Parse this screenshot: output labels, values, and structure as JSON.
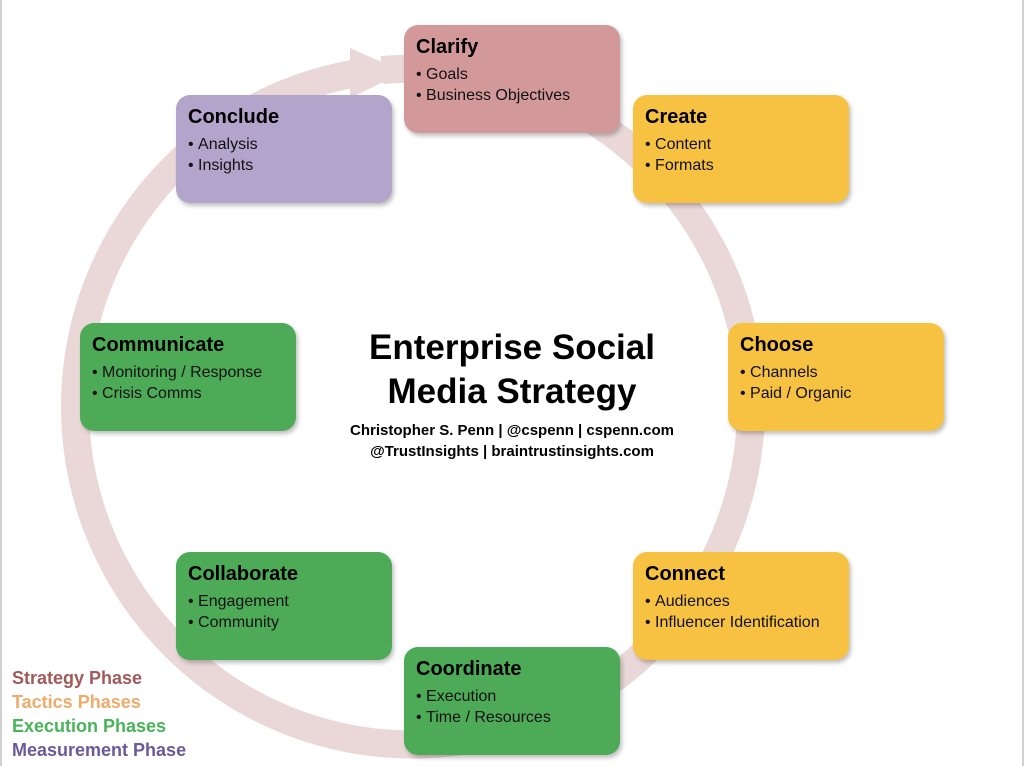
{
  "colors": {
    "ring": "#ead8d8",
    "strategy": "#d3999a",
    "tactics": "#f7c242",
    "execution": "#4daa57",
    "measurement": "#b2a4ca"
  },
  "title": {
    "line1": "Enterprise Social",
    "line2": "Media Strategy",
    "byline1": "Christopher S. Penn | @cspenn | cspenn.com",
    "byline2": "@TrustInsights | braintrustinsights.com"
  },
  "nodes": {
    "clarify": {
      "title": "Clarify",
      "items": [
        "Goals",
        "Business Objectives"
      ]
    },
    "create": {
      "title": "Create",
      "items": [
        "Content",
        "Formats"
      ]
    },
    "choose": {
      "title": "Choose",
      "items": [
        "Channels",
        "Paid / Organic"
      ]
    },
    "connect": {
      "title": "Connect",
      "items": [
        "Audiences",
        "Influencer Identification"
      ]
    },
    "coordinate": {
      "title": "Coordinate",
      "items": [
        "Execution",
        "Time / Resources"
      ]
    },
    "collaborate": {
      "title": "Collaborate",
      "items": [
        "Engagement",
        "Community"
      ]
    },
    "communicate": {
      "title": "Communicate",
      "items": [
        "Monitoring / Response",
        "Crisis Comms"
      ]
    },
    "conclude": {
      "title": "Conclude",
      "items": [
        "Analysis",
        "Insights"
      ]
    }
  },
  "legend": {
    "strategy": "Strategy Phase",
    "tactics": "Tactics Phases",
    "execution": "Execution Phases",
    "measurement": "Measurement Phase"
  }
}
